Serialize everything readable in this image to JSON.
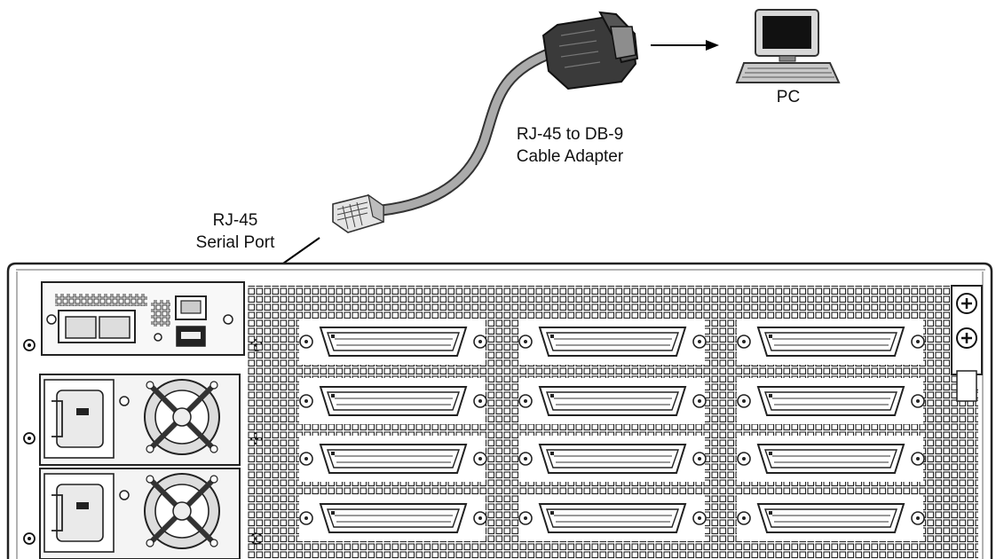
{
  "labels": {
    "pc": "PC",
    "cable_line1": "RJ-45 to DB-9",
    "cable_line2": "Cable Adapter",
    "port_line1": "RJ-45",
    "port_line2": "Serial Port"
  },
  "connector_rows": 4,
  "connector_cols": 3,
  "psu_count": 2,
  "colors": {
    "cable": "#a8a8a8",
    "dark": "#2b2b2b",
    "line": "#000000",
    "panel": "#f4f4f4"
  }
}
